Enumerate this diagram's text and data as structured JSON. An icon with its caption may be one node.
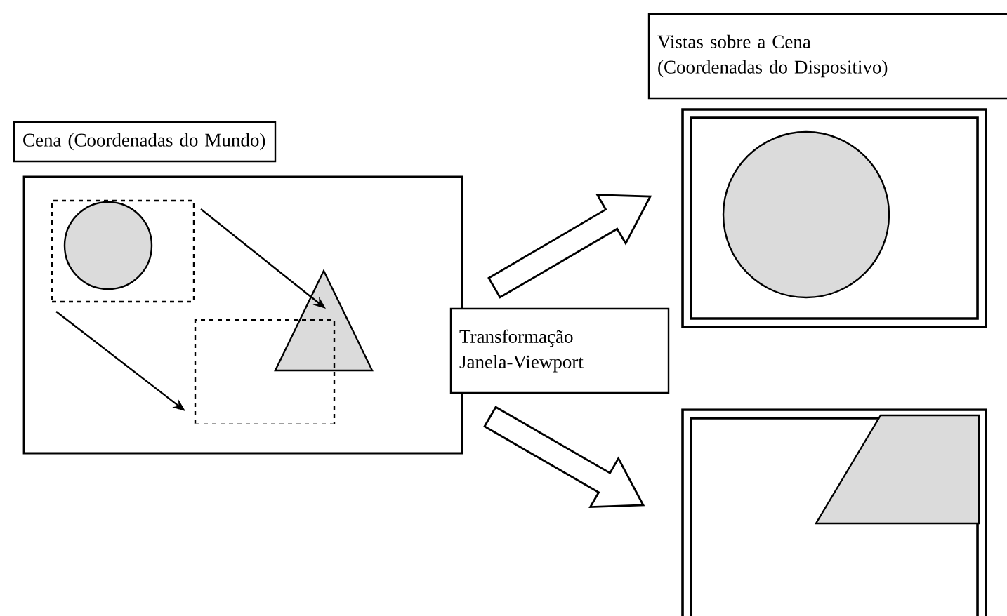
{
  "diagram": {
    "nodes": [
      {
        "text": [
          "Cena (Coordenadas do Mundo)"
        ]
      },
      {
        "text": [],
        "shape": "box"
      },
      {
        "text": [],
        "shape": "box",
        "in": 1
      },
      {
        "text": [],
        "shape": "circle",
        "in": 2
      },
      {
        "text": [],
        "shape": "triangle",
        "in": 1
      },
      {
        "text": [],
        "shape": "box",
        "in": 1
      },
      {
        "text": [
          "Transformação Janela-Viewport"
        ]
      },
      {
        "text": [
          "Vistas sobre a Cena (Coordenadas do Dispositivo)"
        ]
      },
      {
        "text": [],
        "shape": "box"
      },
      {
        "text": [],
        "shape": "circle",
        "in": 8
      },
      {
        "text": [],
        "shape": "box"
      },
      {
        "text": [],
        "shape": "trapezoid",
        "in": 10
      }
    ],
    "edges": [
      {
        "from": 2,
        "to": 4,
        "arrow": "to"
      },
      {
        "from": 2,
        "to": 5,
        "arrow": "to"
      },
      {
        "from": 6,
        "to": 8,
        "arrow": "to",
        "style": "thick"
      },
      {
        "from": 6,
        "to": 10,
        "arrow": "to",
        "style": "thick"
      }
    ]
  }
}
